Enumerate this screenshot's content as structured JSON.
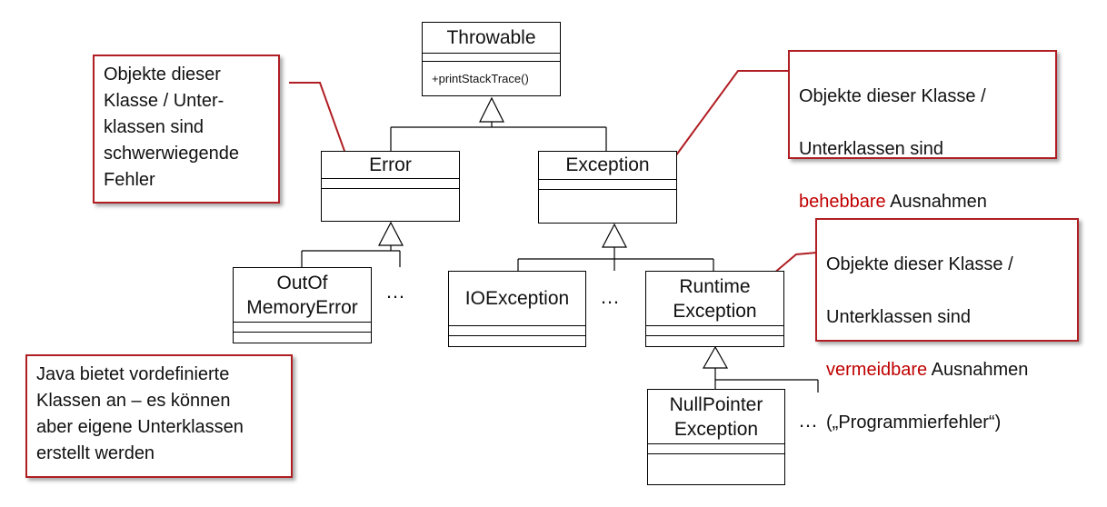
{
  "classes": {
    "throwable": {
      "name": "Throwable",
      "operation": "+printStackTrace()"
    },
    "error": {
      "name": "Error"
    },
    "exception": {
      "name": "Exception"
    },
    "outofmemory": {
      "name_line1": "OutOf",
      "name_line2": "MemoryError"
    },
    "ioexception": {
      "name": "IOException"
    },
    "runtime": {
      "name_line1": "Runtime",
      "name_line2": "Exception"
    },
    "nullpointer": {
      "name_line1": "NullPointer",
      "name_line2": "Exception"
    }
  },
  "ellipsis": "…",
  "notes": {
    "error_note": "Objekte dieser\nKlasse / Unter-\nklassen sind\nschwerwiegende\nFehler",
    "exception_note": {
      "line1": "Objekte dieser Klasse /",
      "line2": "Unterklassen sind",
      "highlight": "behebbare",
      "rest": " Ausnahmen"
    },
    "runtime_note": {
      "line1": "Objekte dieser Klasse /",
      "line2": "Unterklassen sind",
      "highlight": "vermeidbare",
      "rest": " Ausnahmen",
      "line4": "(„Programmierfehler“)"
    },
    "java_note": "Java bietet vordefinierte\nKlassen an – es können\naber eigene Unterklassen\nerstellt werden"
  },
  "colors": {
    "note_border": "#b01e23",
    "highlight": "#c00000"
  }
}
